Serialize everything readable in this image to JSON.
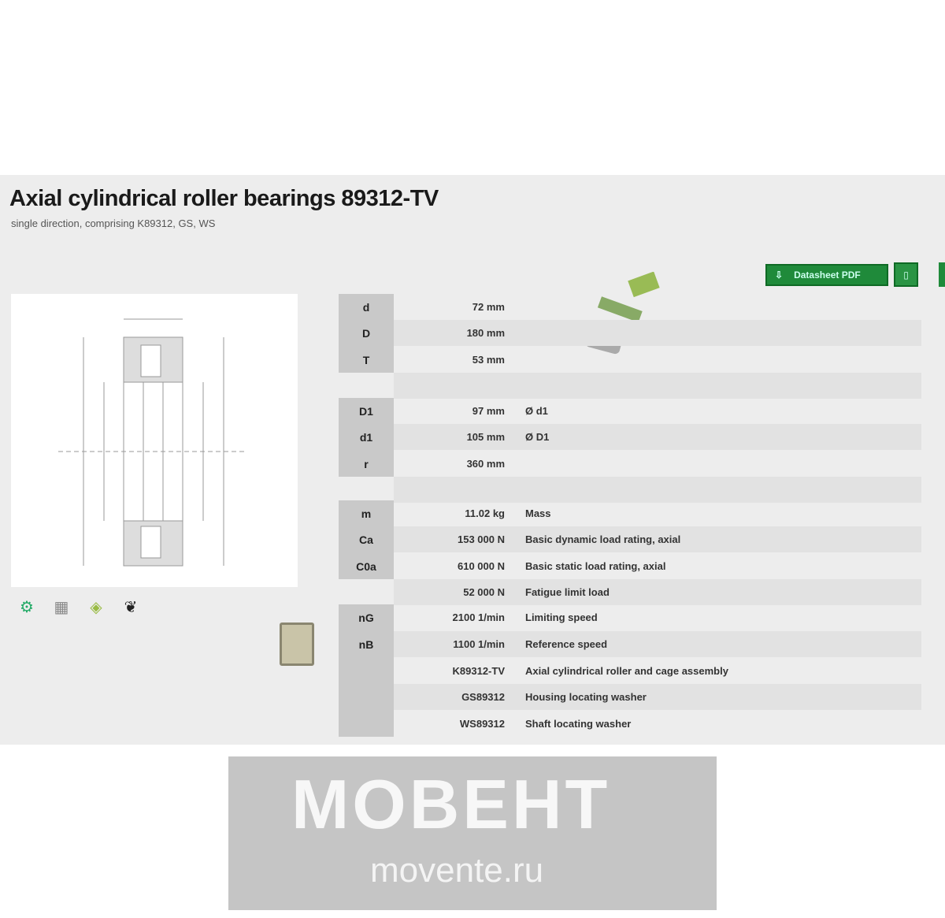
{
  "header": {
    "title": "Axial cylindrical roller bearings 89312-TV",
    "subtitle": "single direction, comprising K89312, GS, WS"
  },
  "actions": {
    "primary_label": "Datasheet PDF",
    "primary_icon": "download-icon",
    "secondary_icon": "document-icon",
    "accent": "#1f8a3a"
  },
  "media_icons": [
    {
      "name": "mounting-icon",
      "glyph": "⚙"
    },
    {
      "name": "cad-icon",
      "glyph": "▦"
    },
    {
      "name": "3d-model-icon",
      "glyph": "◈"
    },
    {
      "name": "lubrication-icon",
      "glyph": "❦"
    }
  ],
  "rows": [
    {
      "sym": "d",
      "val": "72 mm",
      "desc": ""
    },
    {
      "sym": "D",
      "val": "180 mm",
      "desc": ""
    },
    {
      "sym": "T",
      "val": "53 mm",
      "desc": ""
    },
    {
      "sym": "",
      "val": "",
      "desc": ""
    },
    {
      "sym": "D1",
      "val": "97 mm",
      "desc": "Ø d1"
    },
    {
      "sym": "d1",
      "val": "105 mm",
      "desc": "Ø D1"
    },
    {
      "sym": "r",
      "val": "360 mm",
      "desc": ""
    },
    {
      "sym": "",
      "val": "",
      "desc": ""
    },
    {
      "sym": "m",
      "val": "11.02 kg",
      "desc": "Mass"
    },
    {
      "sym": "Ca",
      "val": "153 000 N",
      "desc": "Basic dynamic load rating, axial"
    },
    {
      "sym": "C0a",
      "val": "610 000 N",
      "desc": "Basic static load rating, axial"
    },
    {
      "sym": "",
      "val": "52 000 N",
      "desc": "Fatigue limit load"
    },
    {
      "sym": "nG",
      "val": "2100 1/min",
      "desc": "Limiting speed"
    },
    {
      "sym": "nB",
      "val": "1100 1/min",
      "desc": "Reference speed"
    },
    {
      "sym": "",
      "val": "K89312-TV",
      "desc": "Axial cylindrical roller and cage assembly"
    },
    {
      "sym": "",
      "val": "GS89312",
      "desc": "Housing locating washer"
    },
    {
      "sym": "",
      "val": "WS89312",
      "desc": "Shaft locating washer"
    }
  ],
  "watermark": {
    "logo": "MOBEHT",
    "url": "movente.ru"
  }
}
